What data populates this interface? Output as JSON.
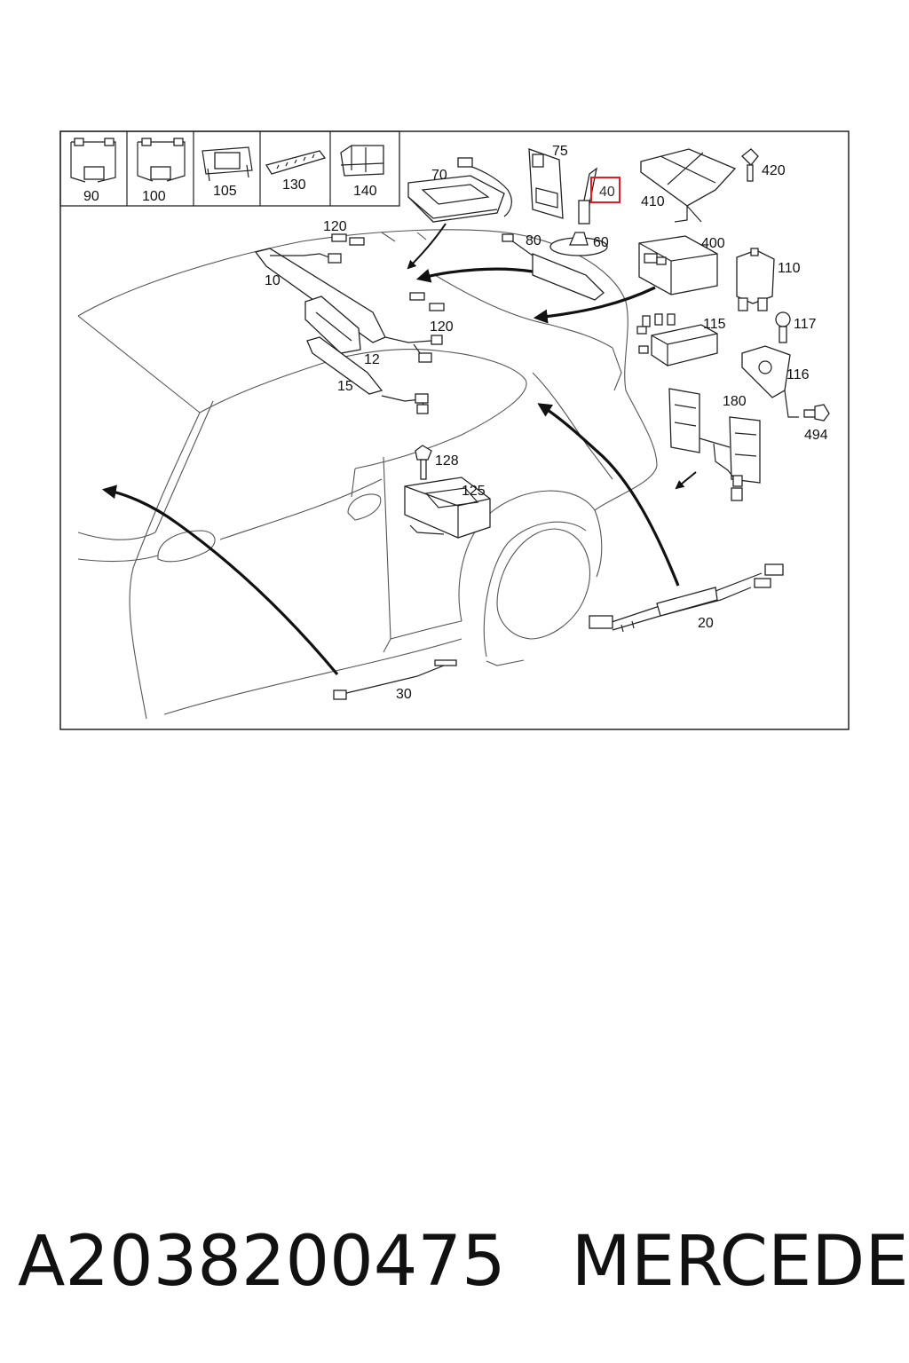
{
  "thumbnails": [
    {
      "label": "90"
    },
    {
      "label": "100"
    },
    {
      "label": "105"
    },
    {
      "label": "130"
    },
    {
      "label": "140"
    }
  ],
  "callouts": {
    "c70": "70",
    "c75": "75",
    "c40": "40",
    "c410": "410",
    "c420": "420",
    "c120a": "120",
    "c10": "10",
    "c80": "80",
    "c60": "60",
    "c400": "400",
    "c110": "110",
    "c120b": "120",
    "c12": "12",
    "c115": "115",
    "c117": "117",
    "c15": "15",
    "c116": "116",
    "c180": "180",
    "c494": "494",
    "c128": "128",
    "c125": "125",
    "c20": "20",
    "c30": "30"
  },
  "highlight": {
    "label": "40",
    "color": "#e02020"
  },
  "footer": {
    "part_number": "A2038200475",
    "brand": "MERCEDES"
  }
}
